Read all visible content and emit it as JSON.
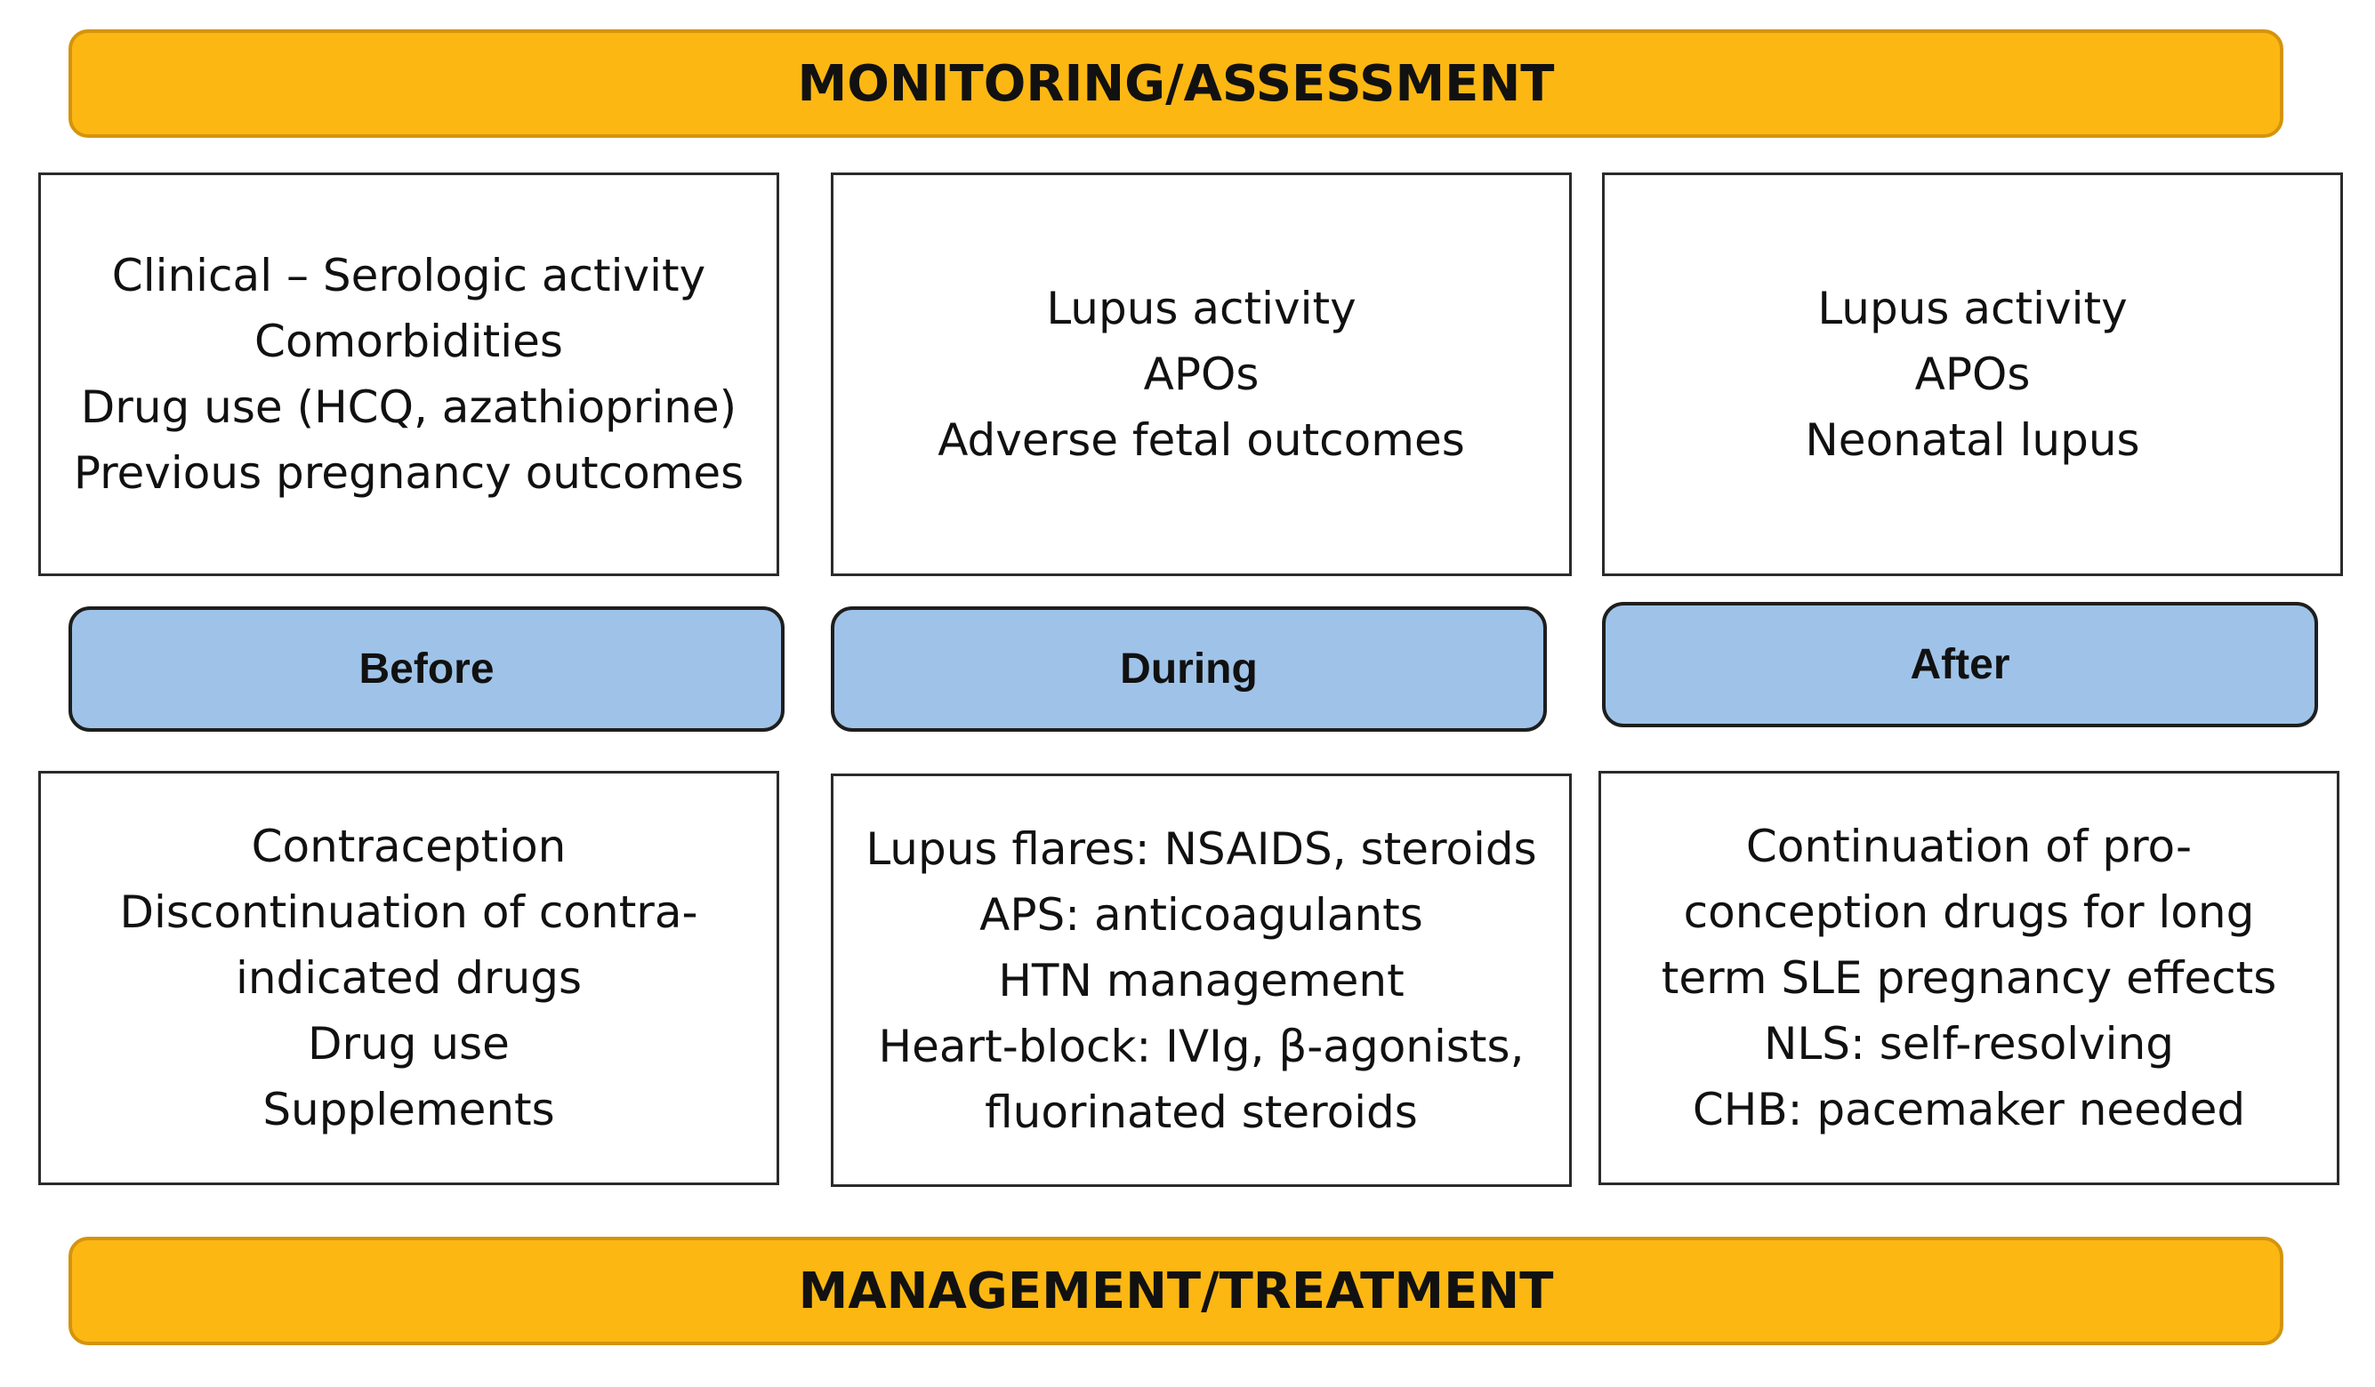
{
  "banners": {
    "top": "MONITORING/ASSESSMENT",
    "bottom": "MANAGEMENT/TREATMENT"
  },
  "phases": {
    "before": "Before",
    "during": "During",
    "after": "After"
  },
  "monitoring": {
    "before": [
      "Clinical – Serologic activity",
      "Comorbidities",
      "Drug use (HCQ, azathioprine)",
      "Previous pregnancy outcomes"
    ],
    "during": [
      "Lupus activity",
      "APOs",
      "Adverse fetal outcomes"
    ],
    "after": [
      "Lupus activity",
      "APOs",
      "Neonatal lupus"
    ]
  },
  "management": {
    "before": [
      "Contraception",
      "Discontinuation of contra-",
      "indicated drugs",
      "Drug use",
      "Supplements"
    ],
    "during": [
      "Lupus flares: NSAIDS, steroids",
      "APS: anticoagulants",
      "HTN management",
      "Heart-block: IVIg, β-agonists,",
      "fluorinated steroids"
    ],
    "after": [
      "Continuation of pro-",
      "conception drugs for long",
      "term SLE pregnancy effects",
      "NLS: self-resolving",
      "CHB: pacemaker needed"
    ]
  },
  "colors": {
    "banner": "#fcb713",
    "phase": "#9fc3e8"
  }
}
